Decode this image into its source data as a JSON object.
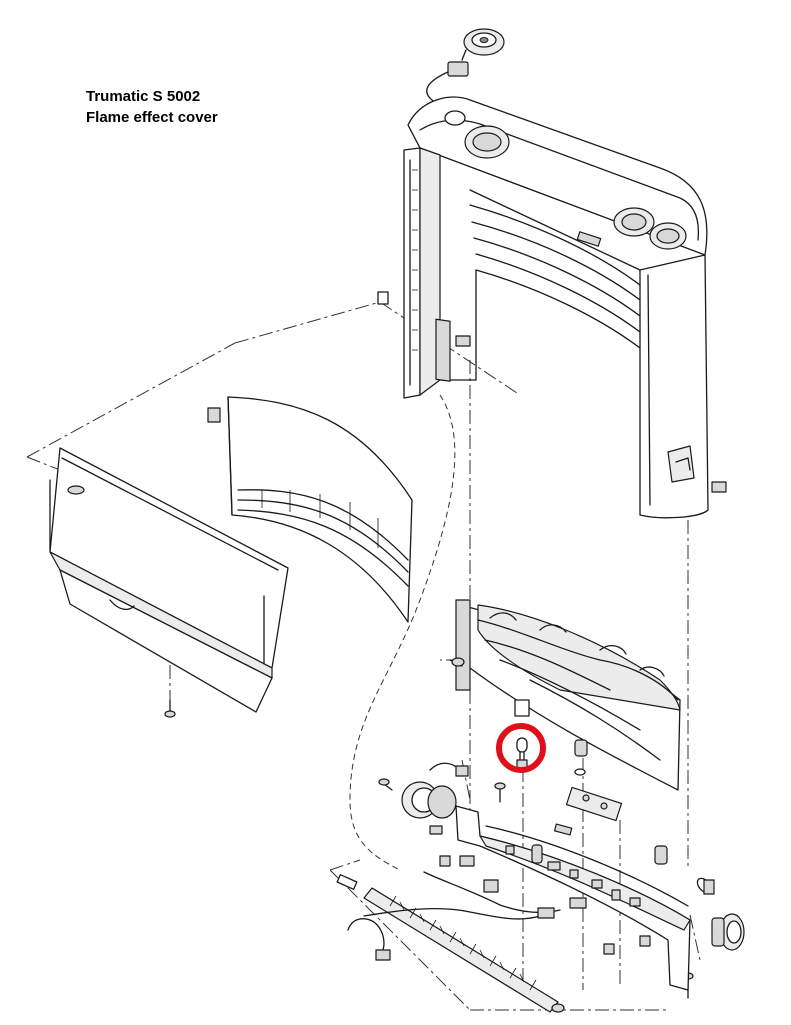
{
  "title": {
    "line1": "Trumatic S 5002",
    "line2": "Flame effect cover"
  },
  "highlight": {
    "shape": "circle",
    "color": "#e0101b",
    "target": "bulb"
  },
  "colors": {
    "line": "#1a1a1a",
    "part_fill": "#d9d9d9",
    "background": "#ffffff"
  }
}
